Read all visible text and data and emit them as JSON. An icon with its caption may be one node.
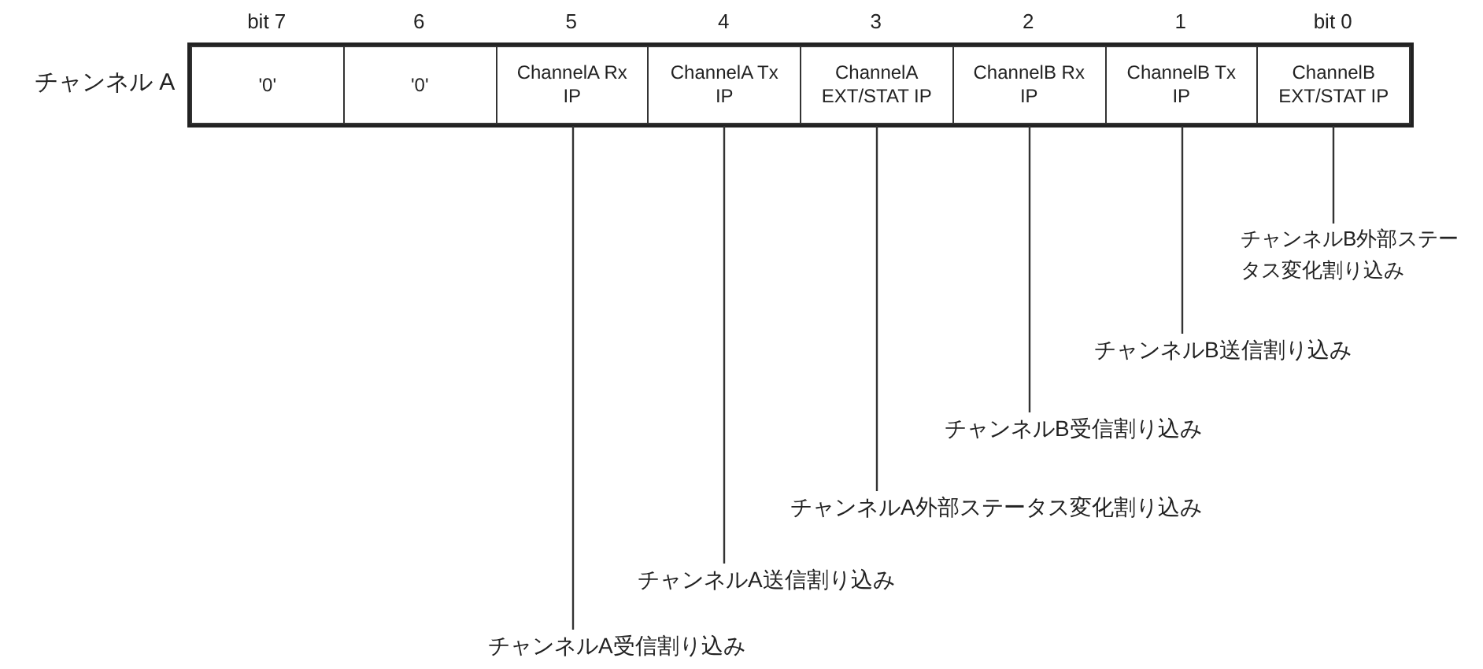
{
  "diagram": {
    "nodes": [
      {
        "text": [
          "'0'"
        ],
        "beside": [
          "bit 7"
        ]
      },
      {
        "text": [
          "'0'"
        ],
        "beside": [
          "6"
        ]
      },
      {
        "text": [
          "ChannelA Rx IP"
        ],
        "beside": [
          "5"
        ]
      },
      {
        "text": [
          "ChannelA Tx IP"
        ],
        "beside": [
          "4"
        ]
      },
      {
        "text": [
          "ChannelA EXT/STAT IP"
        ],
        "beside": [
          "3"
        ]
      },
      {
        "text": [
          "ChannelB Rx IP"
        ],
        "beside": [
          "2"
        ]
      },
      {
        "text": [
          "ChannelB Tx IP"
        ],
        "beside": [
          "1"
        ]
      },
      {
        "text": [
          "ChannelB EXT/STAT IP"
        ],
        "beside": [
          "bit 0"
        ]
      },
      {
        "text": [
          "チャンネルB外部ステータス変化割り込み"
        ]
      },
      {
        "text": [
          "チャンネルB送信割り込み"
        ]
      },
      {
        "text": [
          "チャンネルB受信割り込み"
        ]
      },
      {
        "text": [
          "チャンネルA外部ステータス変化割り込み"
        ]
      },
      {
        "text": [
          "チャンネルA送信割り込み"
        ]
      },
      {
        "text": [
          "チャンネルA受信割り込み"
        ]
      }
    ],
    "edges": [
      {
        "from": 7,
        "to": 8,
        "arrow": "none"
      },
      {
        "from": 6,
        "to": 9,
        "arrow": "none"
      },
      {
        "from": 5,
        "to": 10,
        "arrow": "none"
      },
      {
        "from": 4,
        "to": 11,
        "arrow": "none"
      },
      {
        "from": 3,
        "to": 12,
        "arrow": "none"
      },
      {
        "from": 2,
        "to": 13,
        "arrow": "none"
      }
    ],
    "labels": [
      "チャンネル A"
    ]
  }
}
